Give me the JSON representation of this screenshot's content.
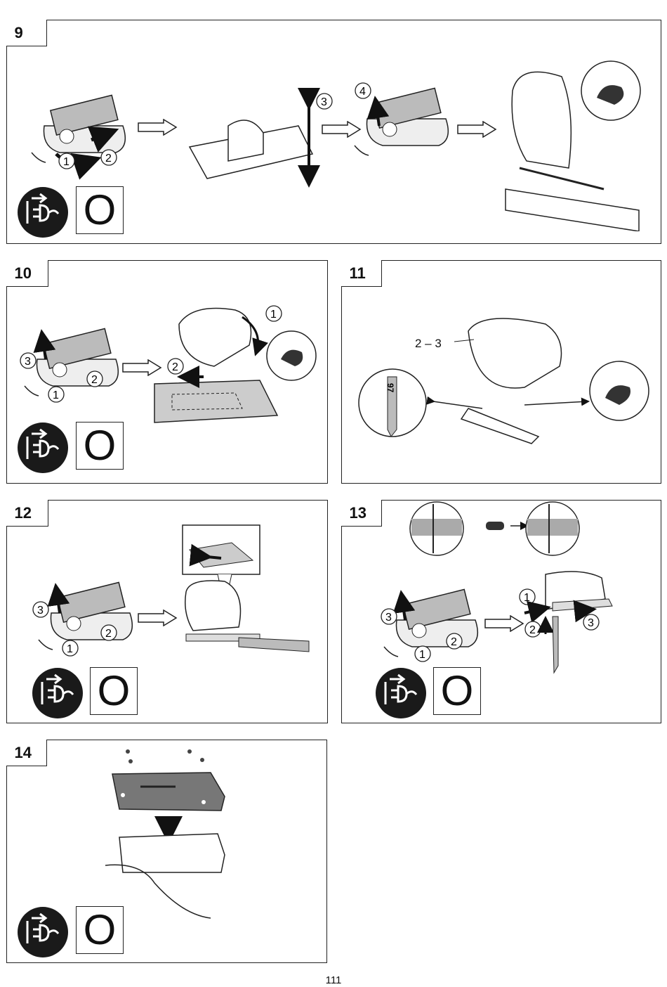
{
  "panels": [
    {
      "number": "9",
      "o_label": "O"
    },
    {
      "number": "10",
      "o_label": "O"
    },
    {
      "number": "11",
      "label_23": "2 – 3",
      "blade_code": "97"
    },
    {
      "number": "12",
      "o_label": "O"
    },
    {
      "number": "13",
      "o_label": "O"
    },
    {
      "number": "14",
      "o_label": "O"
    }
  ],
  "step_numbers": {
    "s1": "1",
    "s2": "2",
    "s3": "3",
    "s4": "4"
  },
  "page_number": "111"
}
